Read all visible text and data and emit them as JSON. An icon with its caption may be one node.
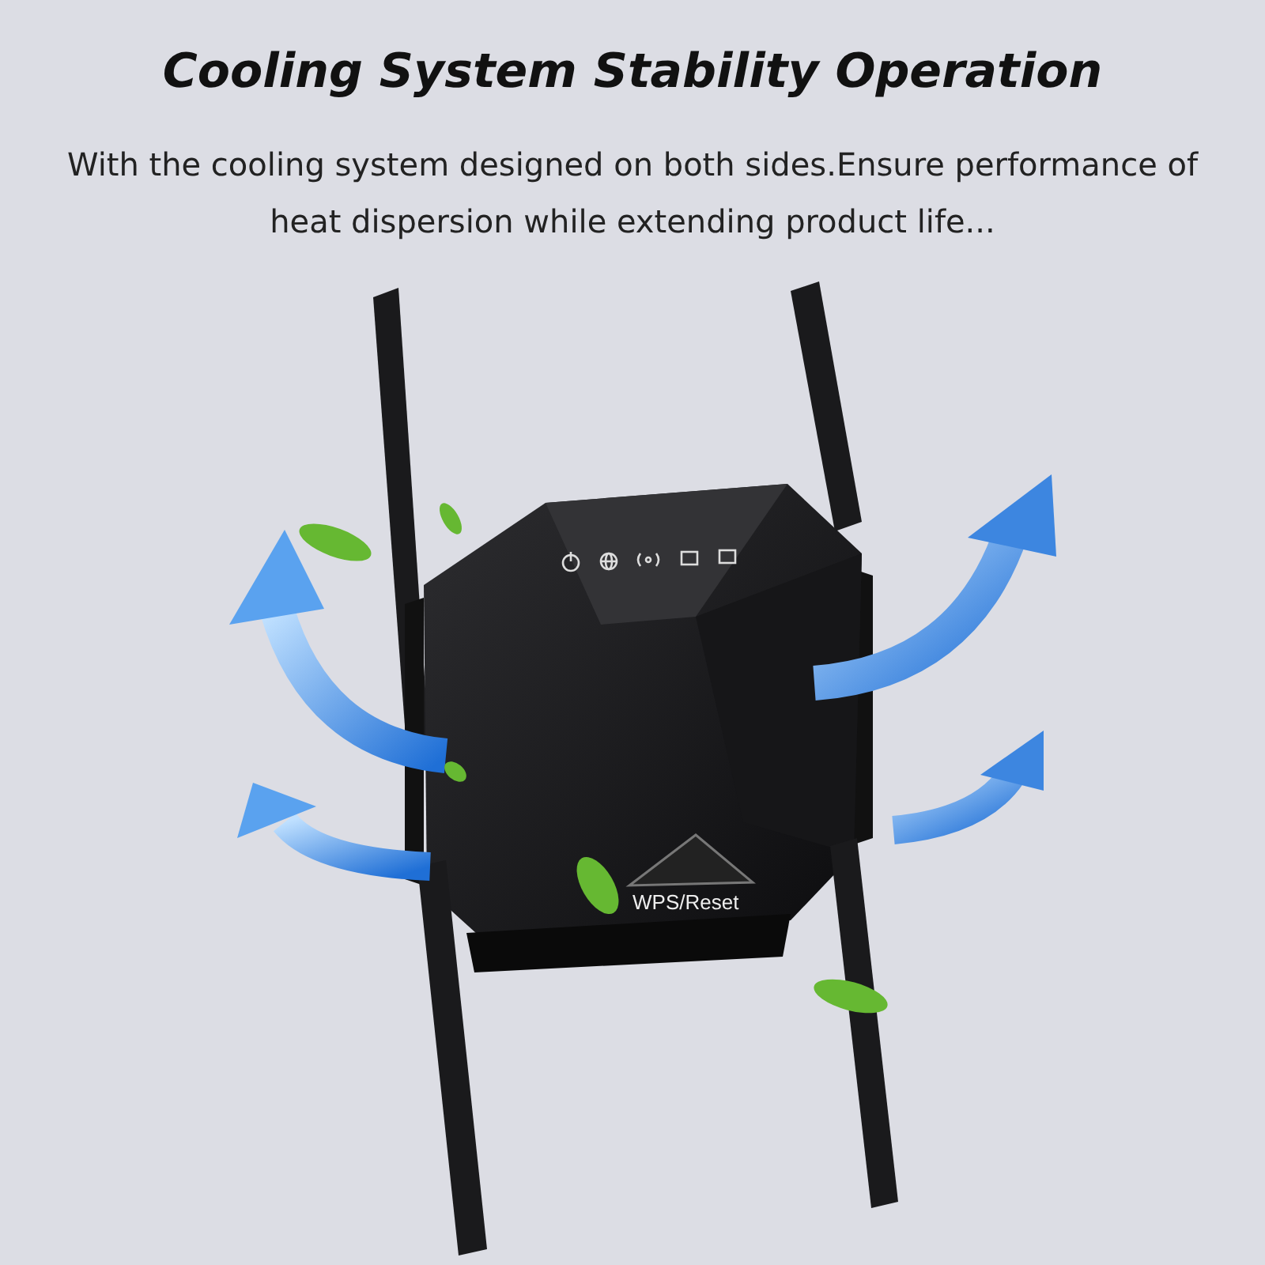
{
  "diagram": {
    "title": "Cooling System Stability Operation",
    "labels": [
      "With the cooling system designed on both sides.Ensure performance of heat dispersion while extending product life...",
      "WPS/Reset"
    ]
  }
}
